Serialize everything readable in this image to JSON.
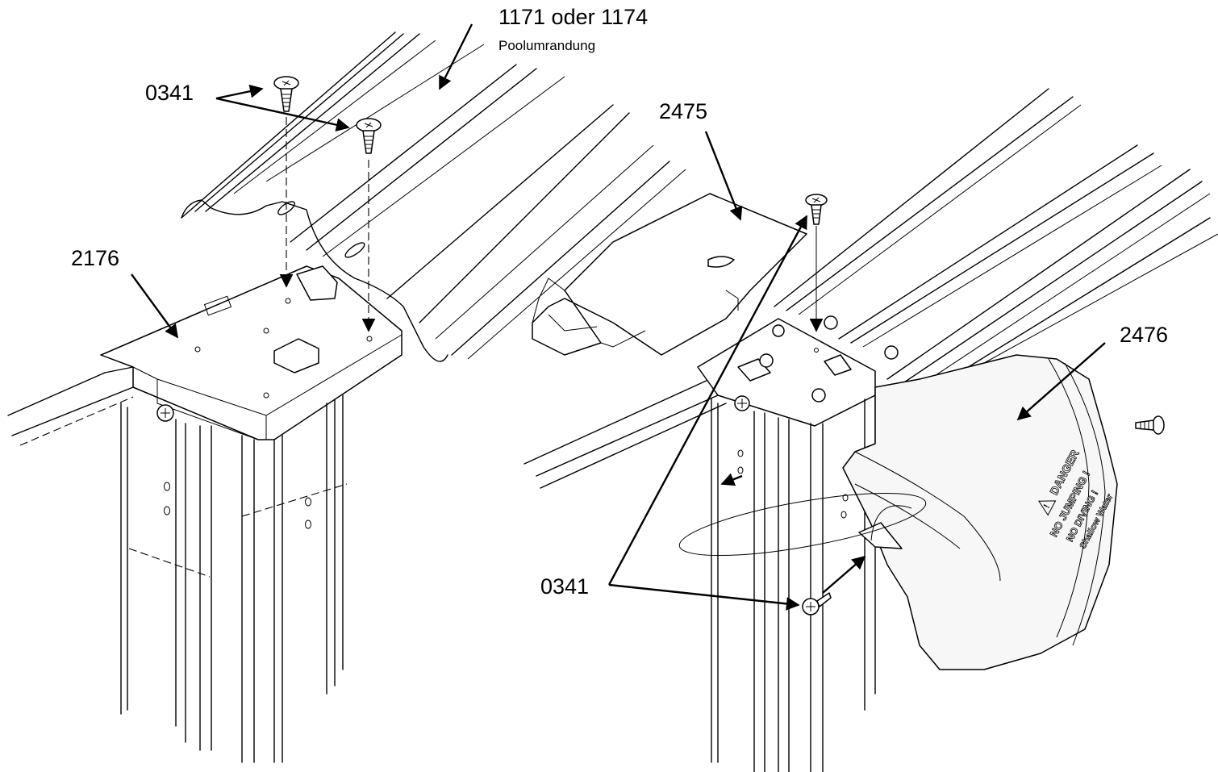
{
  "labels": {
    "coping": "1171 oder 1174",
    "coping_sub": "Poolumrandung",
    "screw_left": "0341",
    "connector": "2176",
    "cap_plate": "2475",
    "cover": "2476",
    "screw_right": "0341"
  },
  "warning_decal": {
    "title": "DANGER",
    "line1": "NO JUMPING !",
    "line2": "NO DIVING !",
    "line3": "Shallow Water"
  }
}
